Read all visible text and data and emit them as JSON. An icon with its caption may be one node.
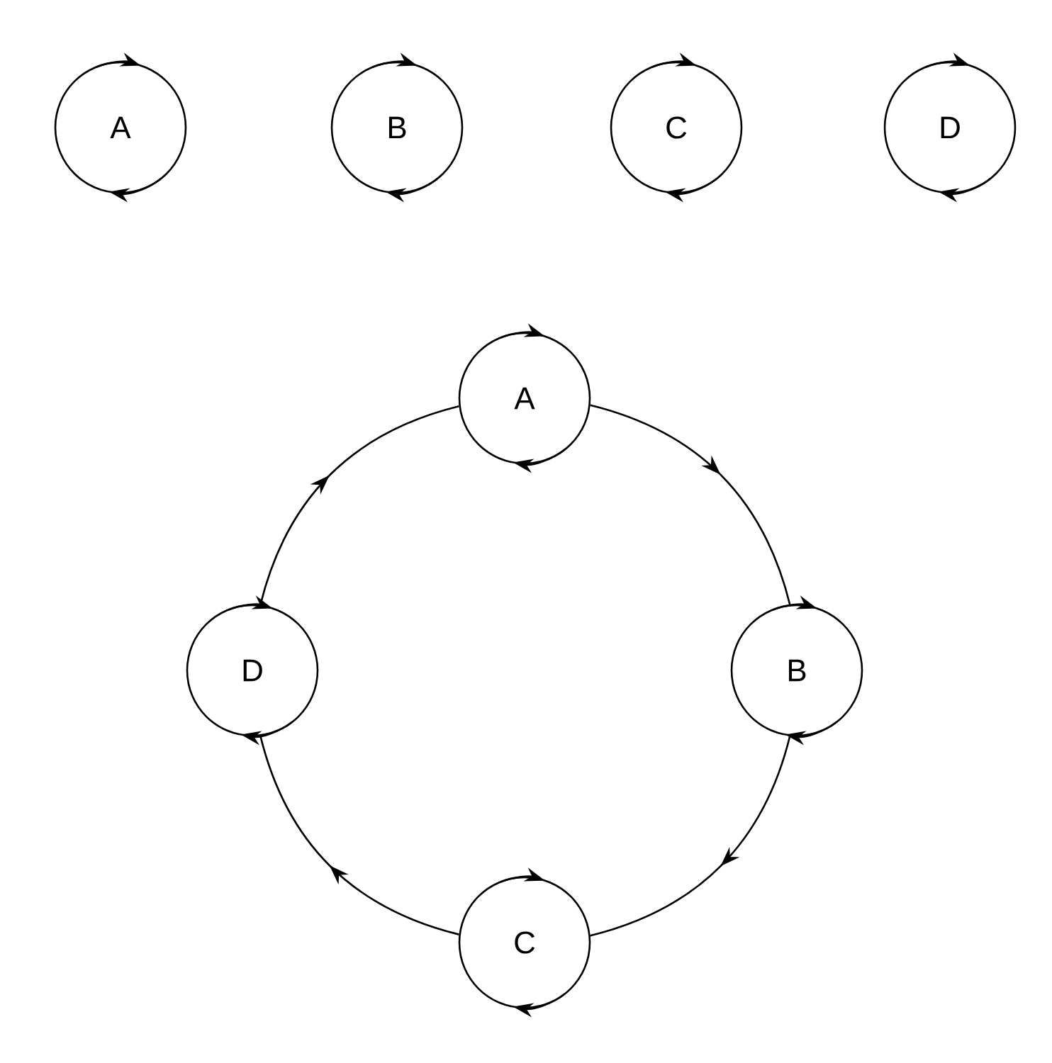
{
  "diagram": {
    "nodes": [
      {
        "text": [
          "A"
        ]
      },
      {
        "text": [
          "B"
        ]
      },
      {
        "text": [
          "C"
        ]
      },
      {
        "text": [
          "D"
        ]
      },
      {
        "text": [
          "A"
        ]
      },
      {
        "text": [
          "B"
        ]
      },
      {
        "text": [
          "C"
        ]
      },
      {
        "text": [
          "D"
        ]
      }
    ],
    "edges": [
      {
        "from": 4,
        "to": 5,
        "arrow": "to"
      },
      {
        "from": 5,
        "to": 6,
        "arrow": "to"
      },
      {
        "from": 6,
        "to": 7,
        "arrow": "to"
      },
      {
        "from": 7,
        "to": 4,
        "arrow": "to"
      }
    ]
  }
}
